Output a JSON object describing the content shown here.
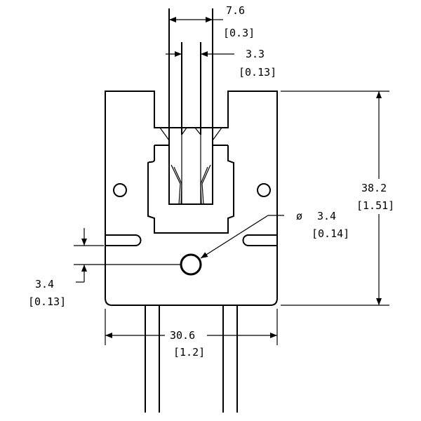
{
  "dimensions": {
    "pin_spacing": {
      "mm": "7.6",
      "in": "[0.3]"
    },
    "slot_width": {
      "mm": "3.3",
      "in": "[0.13]"
    },
    "height": {
      "mm": "38.2",
      "in": "[1.51]"
    },
    "hole_diameter": {
      "symbol": "ø",
      "mm": "3.4",
      "in": "[0.14]"
    },
    "hole_offset": {
      "mm": "3.4",
      "in": "[0.13]"
    },
    "width": {
      "mm": "30.6",
      "in": "[1.2]"
    }
  },
  "colors": {
    "line": "#000000",
    "background": "#ffffff"
  }
}
